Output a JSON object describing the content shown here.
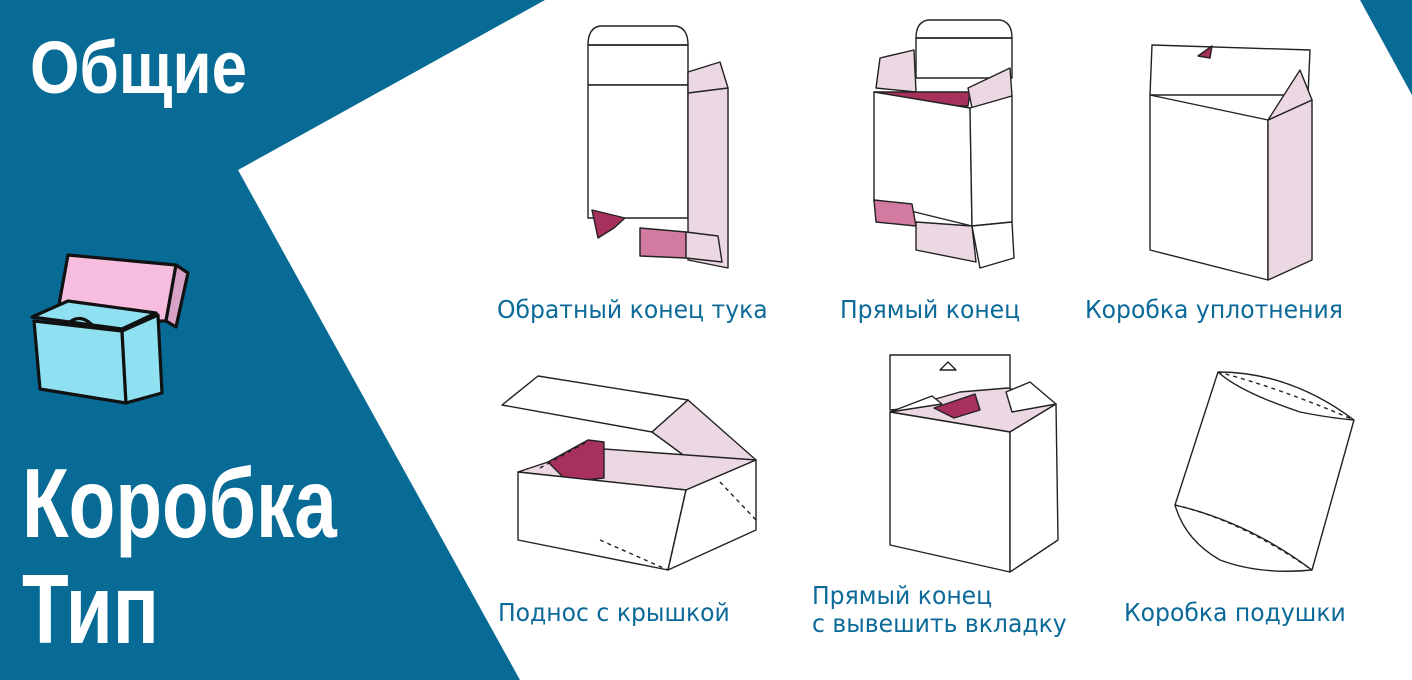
{
  "header": {
    "title_top": "Общие",
    "title_main_line1": "Коробка",
    "title_main_line2": "Тип"
  },
  "colors": {
    "panel": "#076b96",
    "caption": "#0b6a99",
    "pink_light": "#ecd8e3",
    "pink_dark": "#a8305d",
    "icon_lid": "#f7bddf",
    "icon_body": "#8fe0f0"
  },
  "box_types": [
    {
      "label": "Обратный конец тука",
      "icon": "reverse-tuck-end-box-illustration"
    },
    {
      "label": "Прямый конец",
      "icon": "straight-tuck-end-box-illustration"
    },
    {
      "label": "Коробка уплотнения",
      "icon": "seal-end-box-illustration"
    },
    {
      "label": "Поднос с крышкой",
      "icon": "tray-with-lid-box-illustration"
    },
    {
      "label_line1": "Прямый конец",
      "label_line2": "с вывешить вкладку",
      "icon": "hang-tab-box-illustration"
    },
    {
      "label": "Коробка подушки",
      "icon": "pillow-box-illustration"
    }
  ]
}
